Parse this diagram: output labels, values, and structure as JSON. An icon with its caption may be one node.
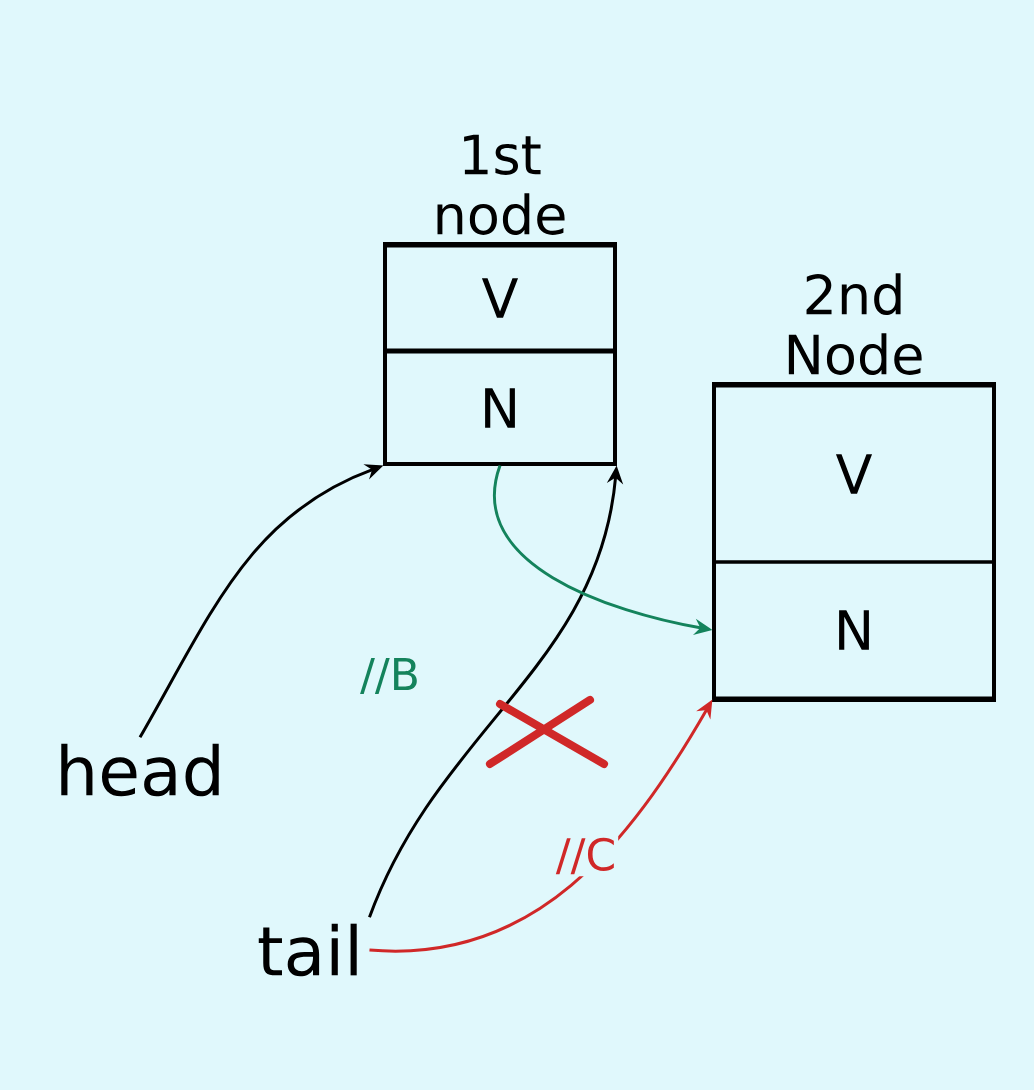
{
  "diagram": {
    "nodes": [
      {
        "text": [
          "1st node"
        ]
      },
      {
        "text": [
          "V"
        ],
        "in": 0
      },
      {
        "text": [
          "N"
        ],
        "in": 0
      },
      {
        "text": [
          "2nd Node"
        ]
      },
      {
        "text": [
          "V"
        ],
        "in": 3
      },
      {
        "text": [
          "N"
        ],
        "in": 3
      },
      {
        "text": [
          "head"
        ]
      },
      {
        "text": [
          "tail"
        ]
      }
    ],
    "edges": [
      {
        "from": 6,
        "to": 2,
        "arrow": "to"
      },
      {
        "from": 7,
        "to": 2,
        "arrow": "to"
      },
      {
        "from": 2,
        "to": 5,
        "arrow": "to",
        "label": "//B",
        "color": "#14835c"
      },
      {
        "from": 7,
        "to": 5,
        "arrow": "to",
        "label": "//C",
        "color": "#d02828"
      }
    ]
  }
}
